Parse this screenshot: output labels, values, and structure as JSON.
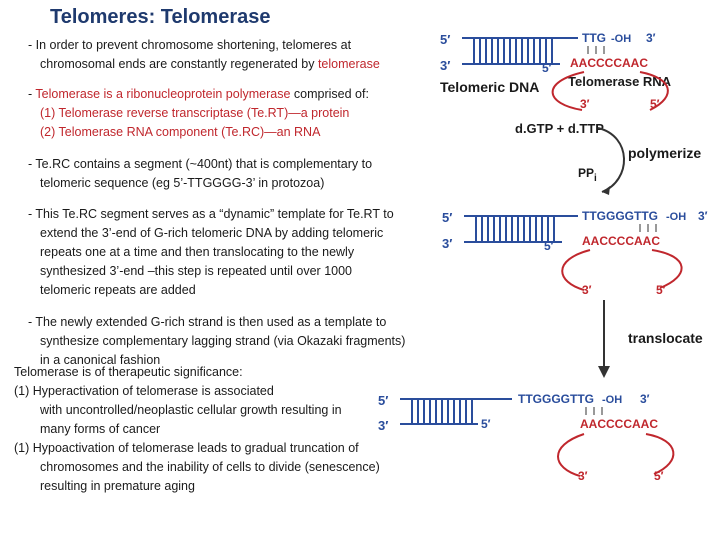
{
  "title": "Telomeres: Telomerase",
  "bullets": {
    "b1": {
      "l1": "- In order to prevent chromosome shortening, telomeres at",
      "l2a": "chromosomal ends are constantly regenerated by ",
      "l2b": "telomerase"
    },
    "b2": {
      "dash": "- ",
      "red": "Telomerase is a ribonucleoprotein polymerase",
      "rest": " comprised of:",
      "s1": "(1) Telomerase reverse transcriptase (Te.RT)—a protein",
      "s2": "(2) Telomerase RNA component (Te.RC)—an RNA"
    },
    "b3": {
      "l1": "- Te.RC contains a segment (~400nt) that is complementary to",
      "l2": "telomeric sequence (eg 5’-TTGGGG-3’ in protozoa)"
    },
    "b4": {
      "l1": "- This Te.RC segment serves as a “dynamic” template for Te.RT to",
      "l2": "extend the 3’-end of G-rich telomeric DNA by adding telomeric",
      "l3": "repeats one at a time and then translocating to the newly",
      "l4": "synthesized 3’-end –this step is repeated until over 1000",
      "l5": "telomeric repeats are added"
    },
    "b5": {
      "l1": "- The newly extended G-rich strand is then used as a template to",
      "l2": "synthesize complementary lagging strand (via Okazaki fragments)",
      "l3": "in a canonical fashion"
    },
    "b6": {
      "l1": "Telomerase is of therapeutic significance:",
      "i1a": "(1) Hyperactivation of telomerase is associated",
      "i1b": "with uncontrolled/neoplastic cellular growth resulting in",
      "i1c": "many forms of cancer",
      "i2a": "(1) Hypoactivation of telomerase leads to gradual truncation of",
      "i2b": "chromosomes and the inability of cells to divide (senescence)",
      "i2c": "resulting in premature aging"
    }
  },
  "diagram": {
    "five_prime": "5′",
    "three_prime": "3′",
    "oh": "-OH",
    "ttg": "TTG",
    "ttggggttg": "TTGGGGTTG",
    "rna_seq": "AACCCCAAC",
    "telomeric_dna": "Telomeric DNA",
    "telomerase_rna": "Telomerase RNA",
    "nucleotides": "d.GTP + d.TTP",
    "ppi": "PP",
    "ppi_sub": "i",
    "polymerize": "polymerize",
    "translocate": "translocate"
  },
  "colors": {
    "title": "#1f3a6e",
    "blue": "#2a4d9c",
    "red": "#c0272d",
    "text": "#1a1a1a"
  }
}
